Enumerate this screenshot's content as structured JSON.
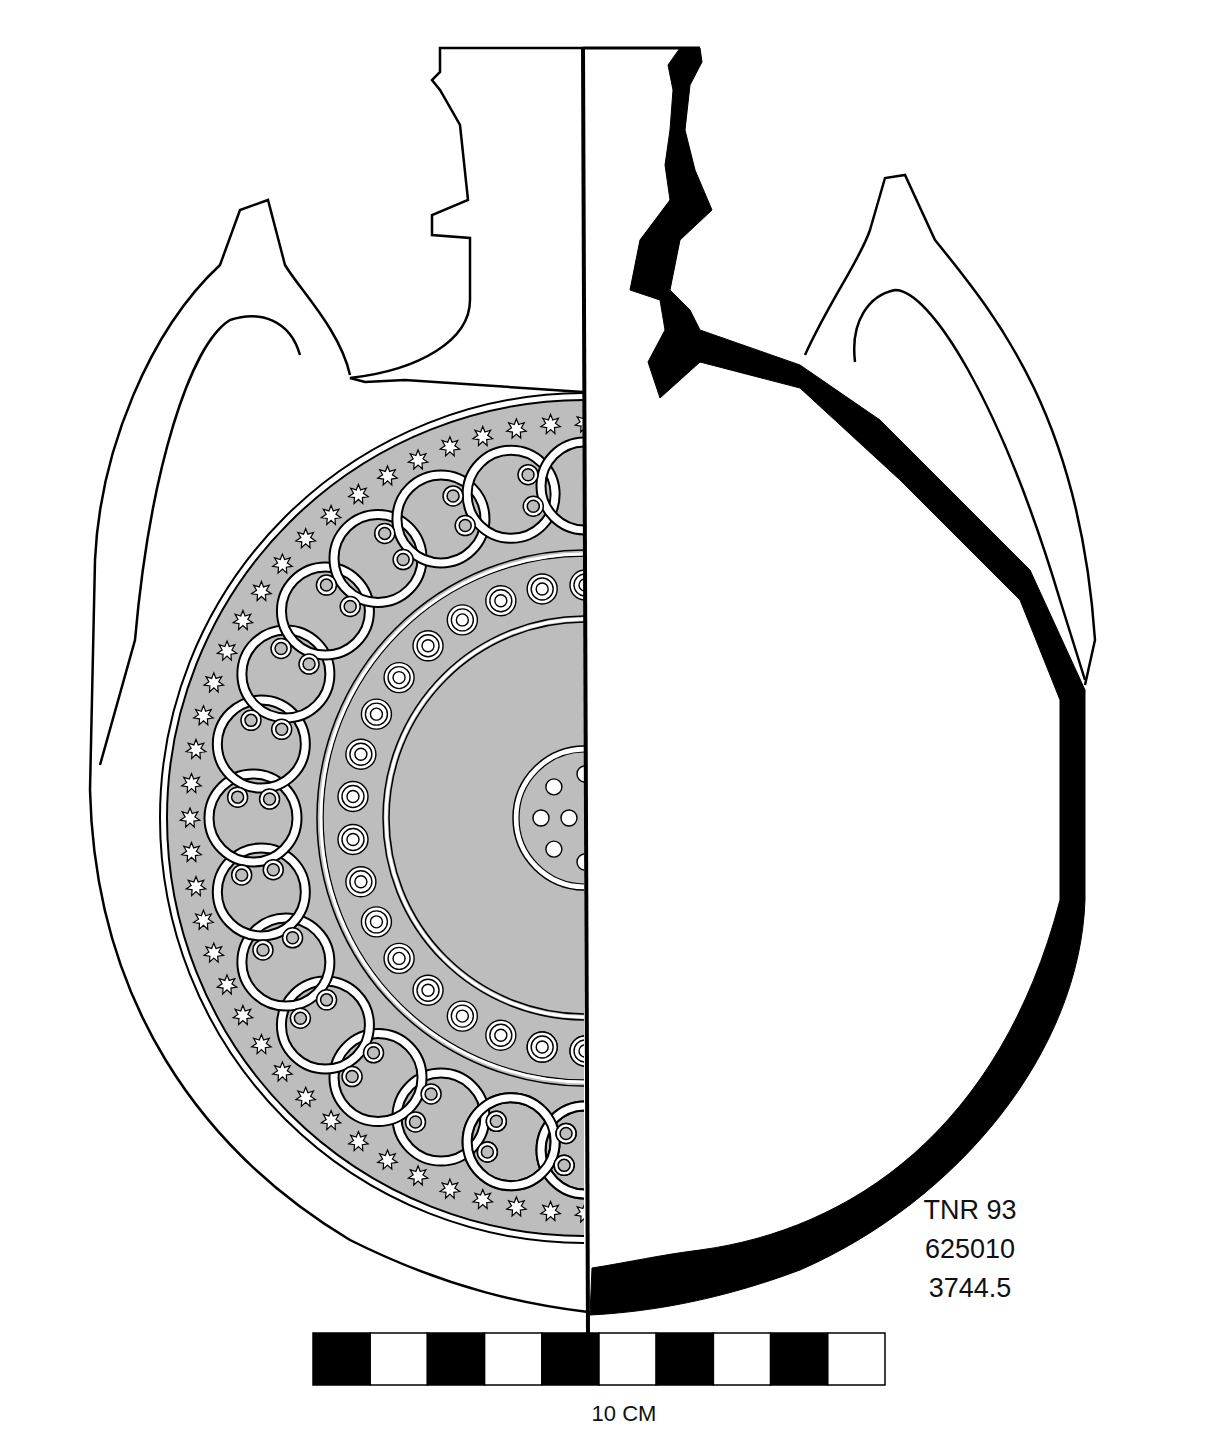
{
  "diagram": {
    "labels": [
      "TNR 93",
      "625010",
      "3744.5",
      "10 CM"
    ]
  }
}
